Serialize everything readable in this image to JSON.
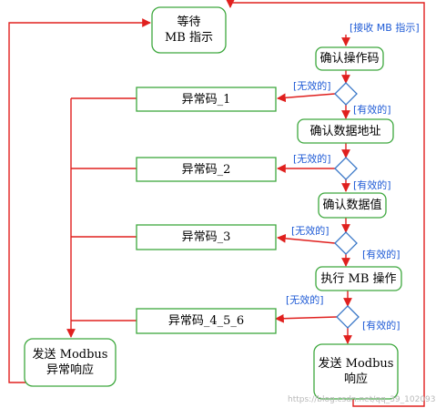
{
  "nodes": {
    "wait_mb": "等待\nMB 指示",
    "confirm_op": "确认操作码",
    "confirm_addr": "确认数据地址",
    "confirm_val": "确认数据值",
    "exec_mb": "执行 MB 操作",
    "send_resp": "发送  Modbus\n响应",
    "send_exc": "发送  Modbus\n异常响应",
    "exc_1": "异常码_1",
    "exc_2": "异常码_2",
    "exc_3": "异常码_3",
    "exc_456": "异常码_4_5_6"
  },
  "edge_labels": {
    "receive": "[接收 MB 指示]",
    "invalid": "[无效的]",
    "valid": "[有效的]"
  },
  "watermark": "https://blog.csdn.net/qq_39_102093",
  "colors": {
    "arrow": "#e0201e",
    "green_border": "#3da83d",
    "diamond": "#3a78c8",
    "label": "#1f5bd6"
  }
}
